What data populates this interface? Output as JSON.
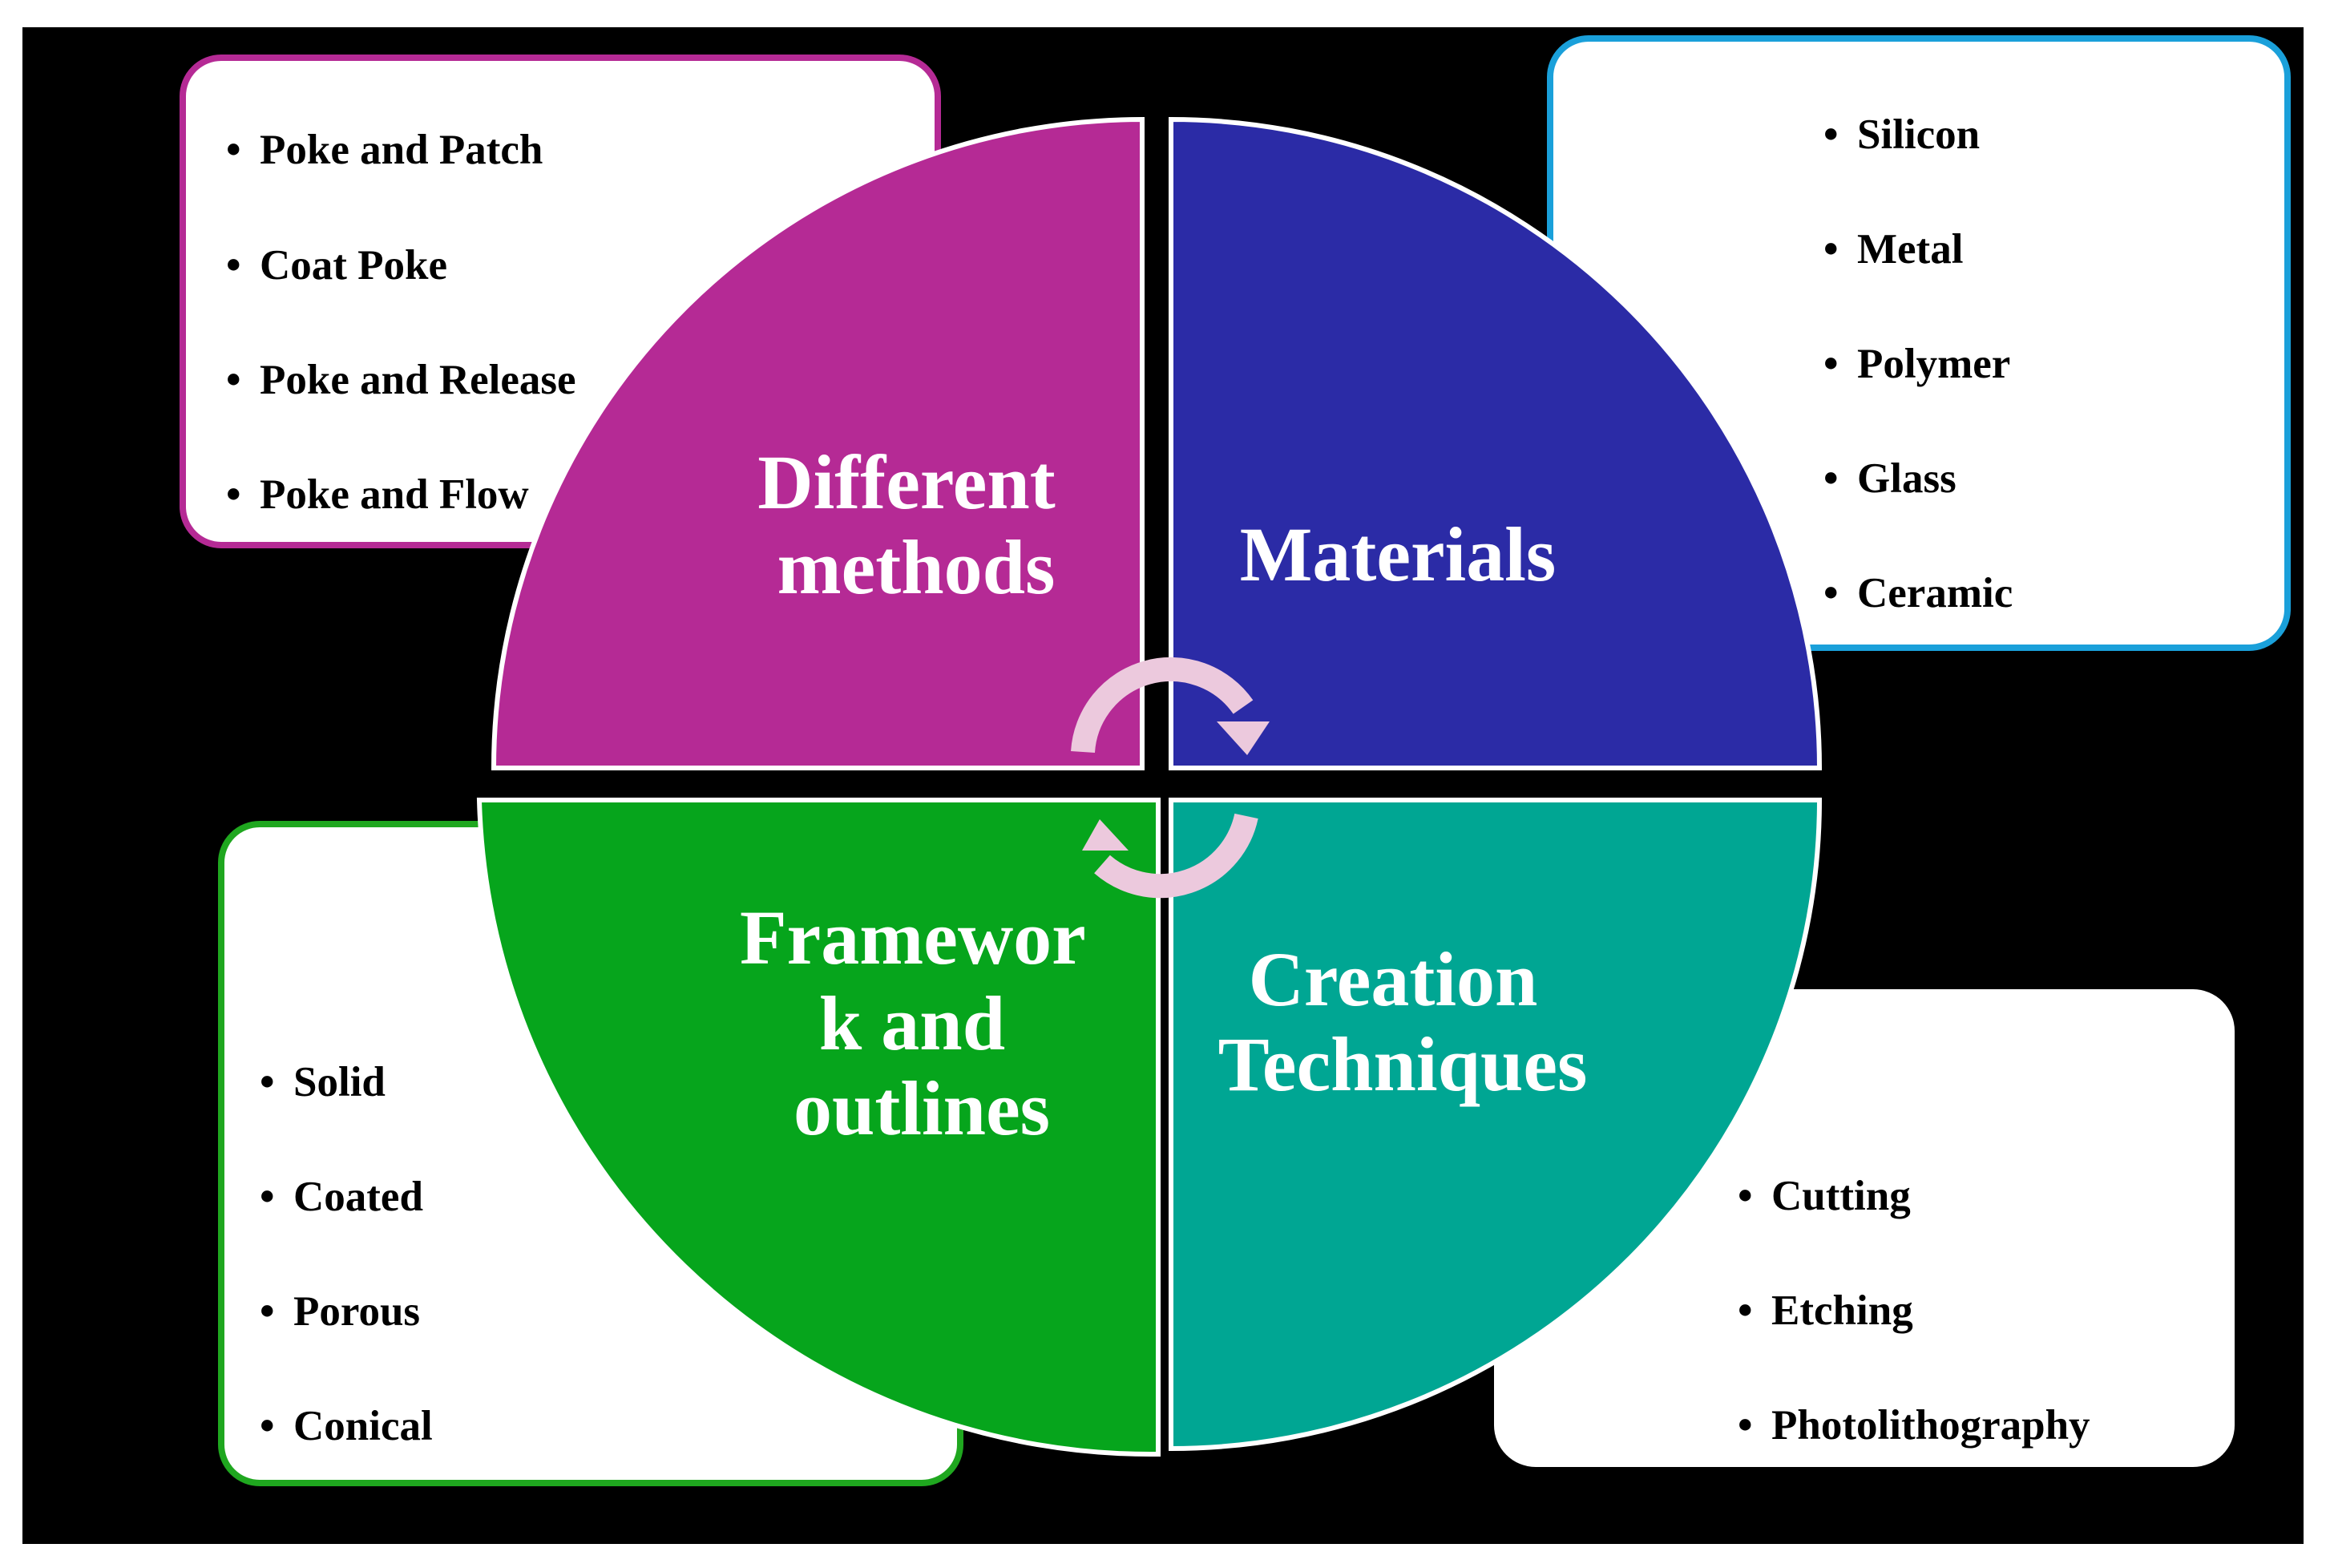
{
  "colors": {
    "methods": "#b52a95",
    "materials": "#2b2ba6",
    "framework": "#06a51c",
    "creation": "#00a693",
    "arrow": "#ecc9dd",
    "materials_border": "#1aa0da",
    "framework_border": "#1fa71f",
    "background": "#000000"
  },
  "quadrants": {
    "methods": {
      "label_lines": [
        "Different",
        "methods"
      ]
    },
    "materials": {
      "label_lines": [
        "Materials"
      ]
    },
    "framework": {
      "label_lines": [
        "Framewor",
        "k and",
        "outlines"
      ]
    },
    "creation": {
      "label_lines": [
        "Creation",
        "Techniques"
      ]
    }
  },
  "lists": {
    "methods": [
      "Poke and Patch",
      "Coat Poke",
      "Poke and Release",
      "Poke and Flow"
    ],
    "materials": [
      "Silicon",
      "Metal",
      "Polymer",
      "Glass",
      "Ceramic"
    ],
    "framework": [
      "Solid",
      "Coated",
      "Porous",
      "Conical"
    ],
    "creation": [
      "Cutting",
      "Etching",
      "Photolithography"
    ]
  },
  "icons": {
    "center": "circular-arrows-icon"
  }
}
